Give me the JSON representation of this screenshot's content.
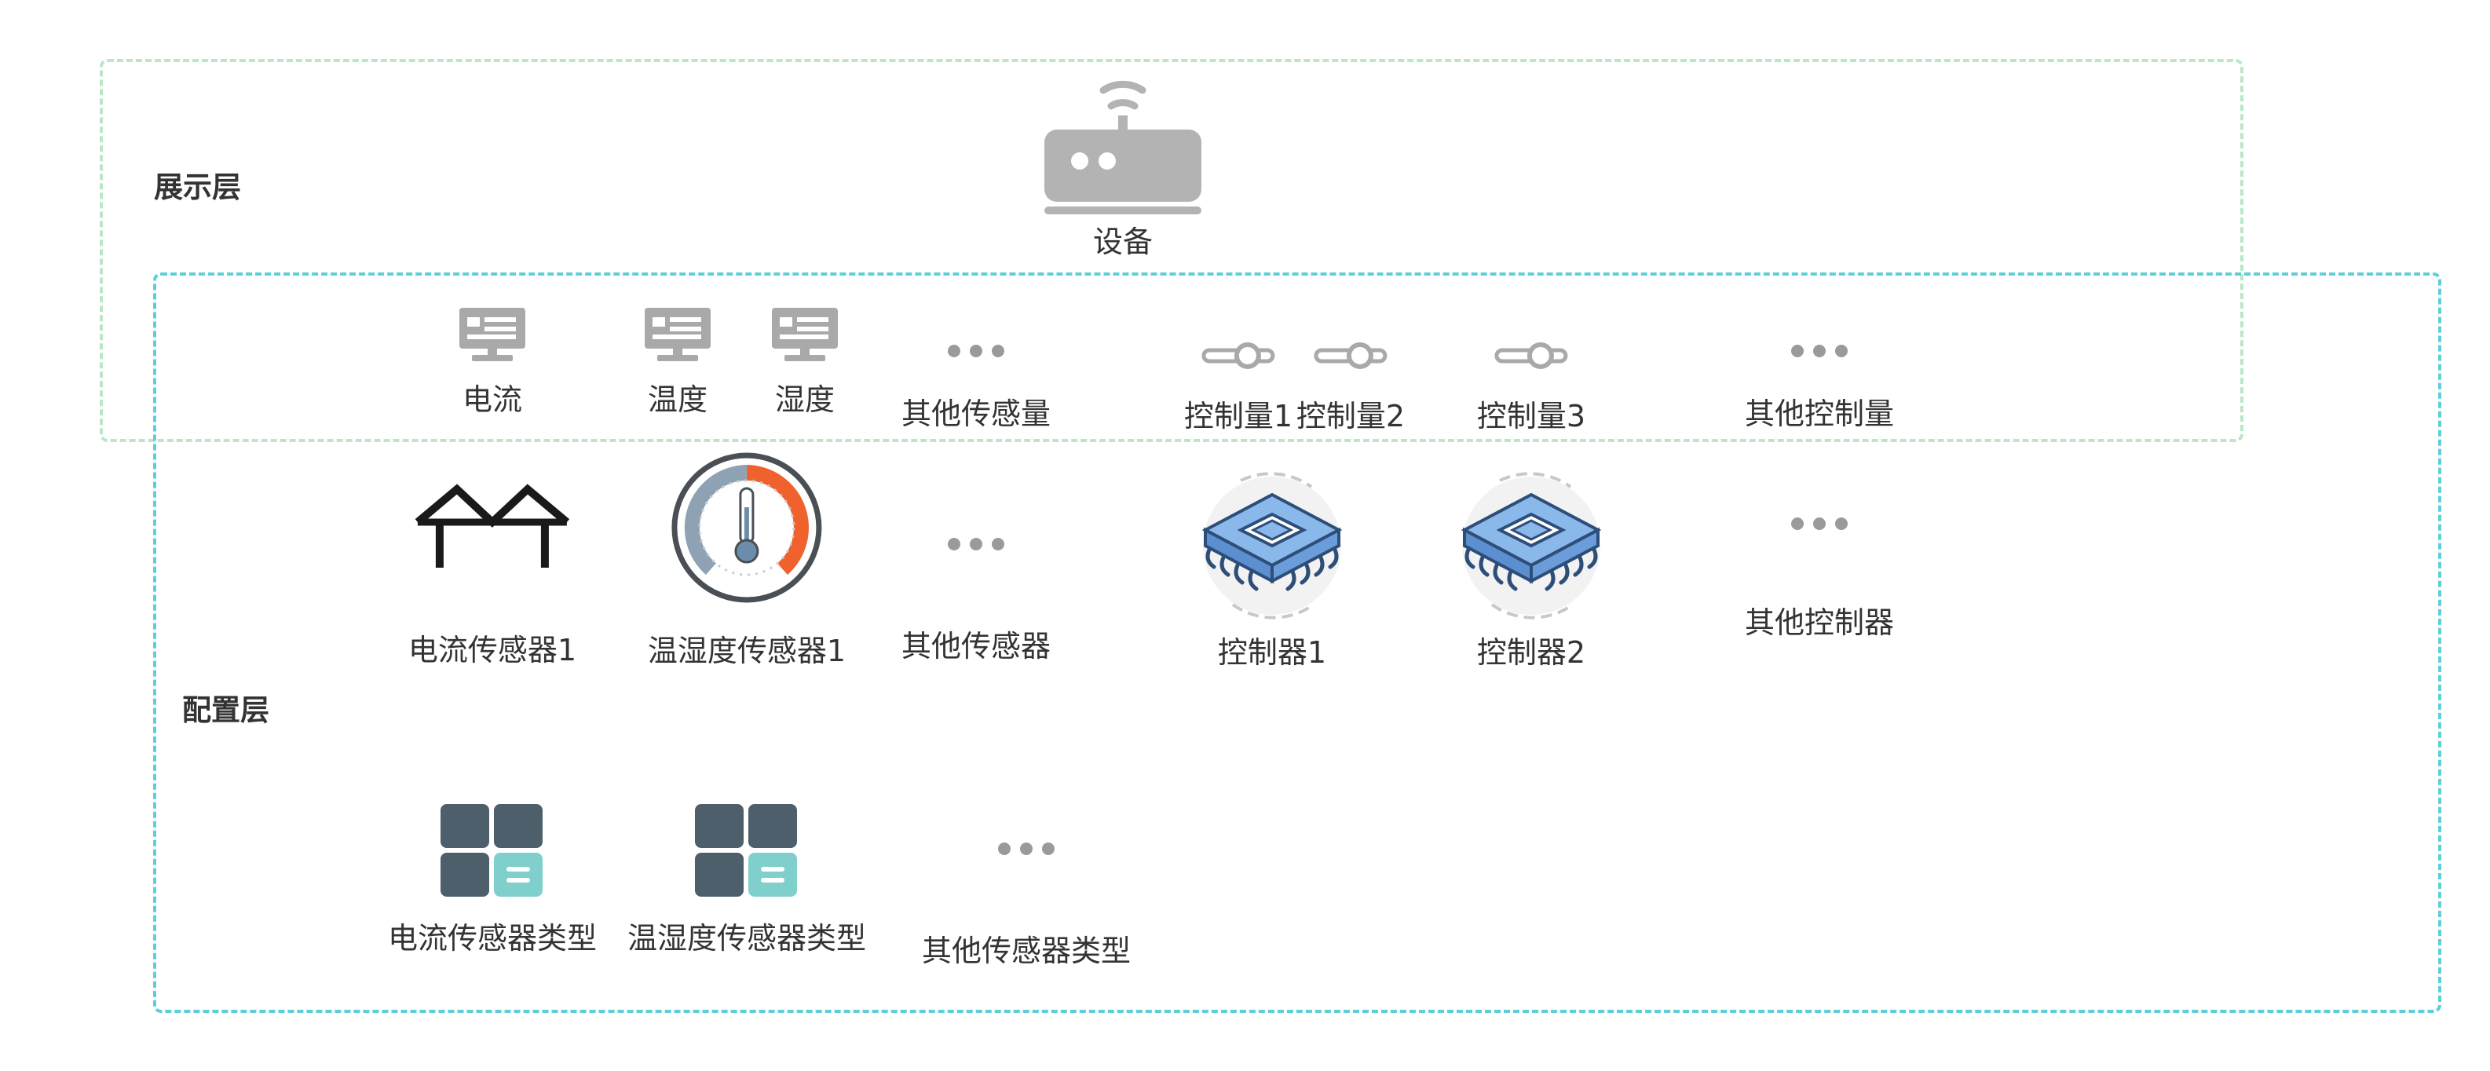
{
  "layers": {
    "display": {
      "label": "展示层"
    },
    "config": {
      "label": "配置层"
    }
  },
  "device": {
    "label": "设备",
    "icon": "router-icon"
  },
  "variables": {
    "sensor_items": [
      {
        "label": "电流",
        "icon": "monitor-icon"
      },
      {
        "label": "温度",
        "icon": "monitor-icon"
      },
      {
        "label": "湿度",
        "icon": "monitor-icon"
      },
      {
        "label": "其他传感量",
        "icon": "ellipsis-icon"
      }
    ],
    "control_items": [
      {
        "label": "控制量1",
        "icon": "switch-icon"
      },
      {
        "label": "控制量2",
        "icon": "switch-icon"
      },
      {
        "label": "控制量3",
        "icon": "switch-icon"
      },
      {
        "label": "其他控制量",
        "icon": "ellipsis-icon"
      }
    ]
  },
  "sensors": [
    {
      "label": "电流传感器1",
      "icon": "bridge-icon"
    },
    {
      "label": "温湿度传感器1",
      "icon": "thermometer-gauge-icon"
    },
    {
      "label": "其他传感器",
      "icon": "ellipsis-icon"
    }
  ],
  "controllers": [
    {
      "label": "控制器1",
      "icon": "chip-icon"
    },
    {
      "label": "控制器2",
      "icon": "chip-icon"
    },
    {
      "label": "其他控制器",
      "icon": "ellipsis-icon"
    }
  ],
  "sensor_types": [
    {
      "label": "电流传感器类型",
      "icon": "grid-card-icon"
    },
    {
      "label": "温湿度传感器类型",
      "icon": "grid-card-icon"
    },
    {
      "label": "其他传感器类型",
      "icon": "ellipsis-icon"
    }
  ],
  "colors": {
    "display_border": "#b9e8c6",
    "config_border": "#5ccfd8",
    "icon_gray": "#a9a9a9",
    "chip_blue": "#8ab8ea",
    "gauge_orange": "#f0622d",
    "tile_dark": "#4d5f6b",
    "tile_teal": "#7fcfcc"
  }
}
